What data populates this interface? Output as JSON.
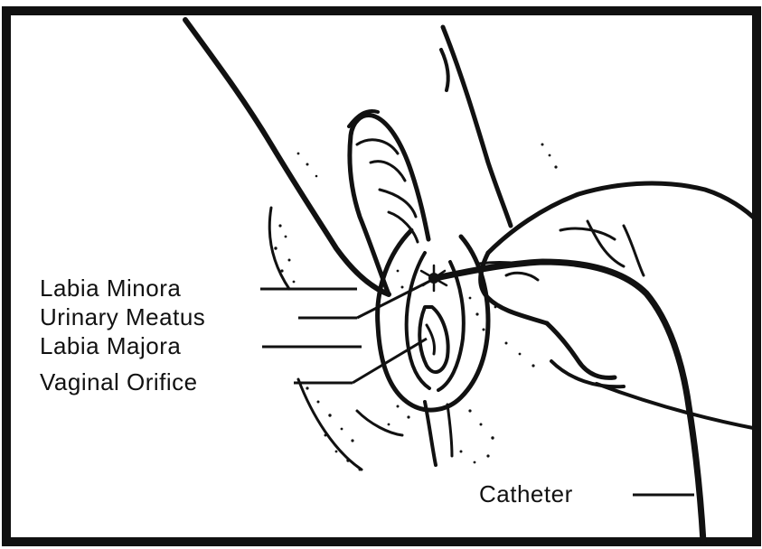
{
  "labels": {
    "labia_minora": "Labia Minora",
    "urinary_meatus": "Urinary Meatus",
    "labia_majora": "Labia Majora",
    "vaginal_orifice": "Vaginal Orifice",
    "catheter": "Catheter"
  }
}
